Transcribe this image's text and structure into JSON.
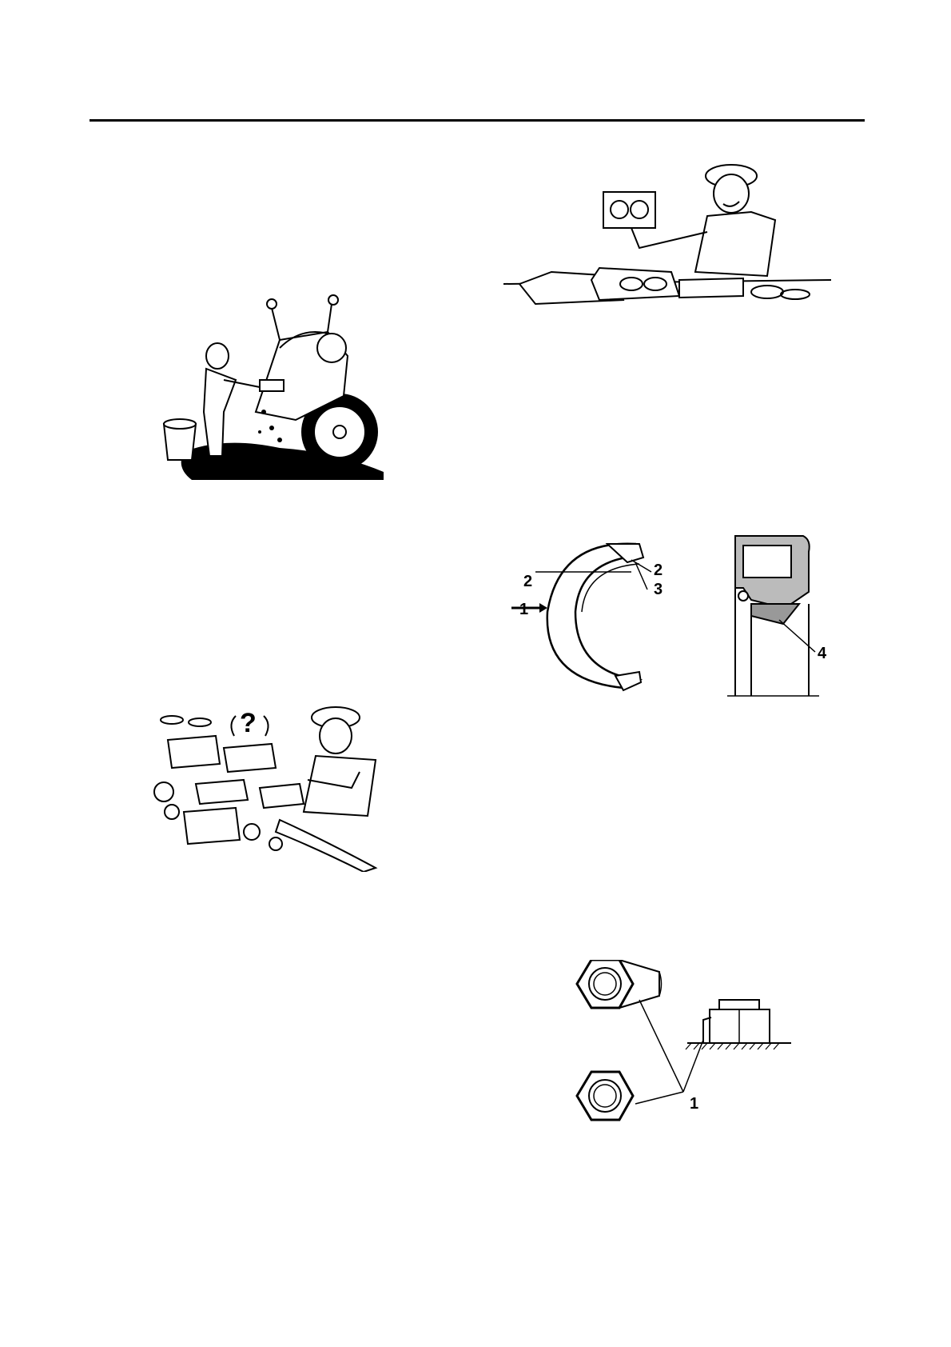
{
  "seal_figure": {
    "callout_1": "1",
    "callout_2_left": "2",
    "callout_2_right": "2",
    "callout_3": "3",
    "callout_4": "4"
  },
  "lockwasher_figure": {
    "callout_1": "1"
  }
}
